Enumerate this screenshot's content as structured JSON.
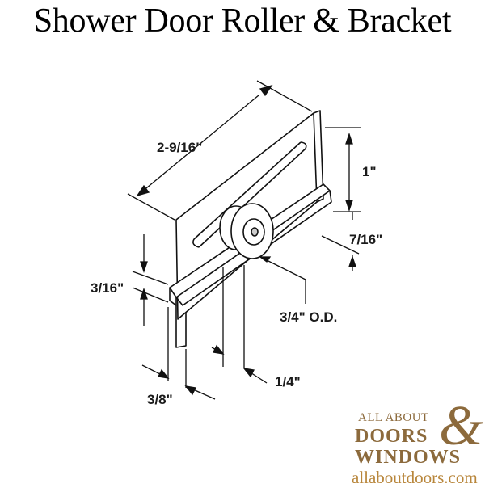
{
  "title": "Shower Door Roller & Bracket",
  "dimensions": {
    "width": "2-9/16\"",
    "slot_height": "1\"",
    "offset": "7/16\"",
    "rail_height": "3/16\"",
    "roller_od": "3/4\" O.D.",
    "roller_width": "1/4\"",
    "thickness": "3/8\""
  },
  "brand": {
    "line1": "ALL ABOUT",
    "ampersand": "&",
    "line2": "DOORS",
    "line3": "WINDOWS",
    "url": "allaboutdoors.com",
    "color": "#8c6a3c"
  }
}
